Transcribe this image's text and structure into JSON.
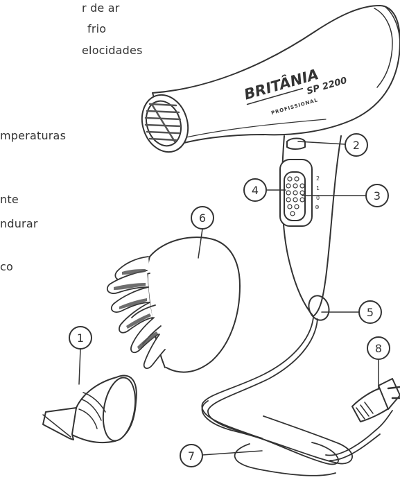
{
  "legend_text": [
    "r de ar",
    "frio",
    "elocidades",
    "mperaturas",
    "nte",
    "ndurar",
    "co"
  ],
  "brand": {
    "name": "BRITÂNIA",
    "model": "SP 2200",
    "line": "PROFISSIONAL"
  },
  "switch_labels": [
    "2",
    "1",
    "0",
    "⊛"
  ],
  "callouts": [
    "1",
    "2",
    "3",
    "4",
    "5",
    "6",
    "7",
    "8"
  ],
  "colors": {
    "stroke": "#333333",
    "hatch": "#555555",
    "background": "#ffffff"
  }
}
